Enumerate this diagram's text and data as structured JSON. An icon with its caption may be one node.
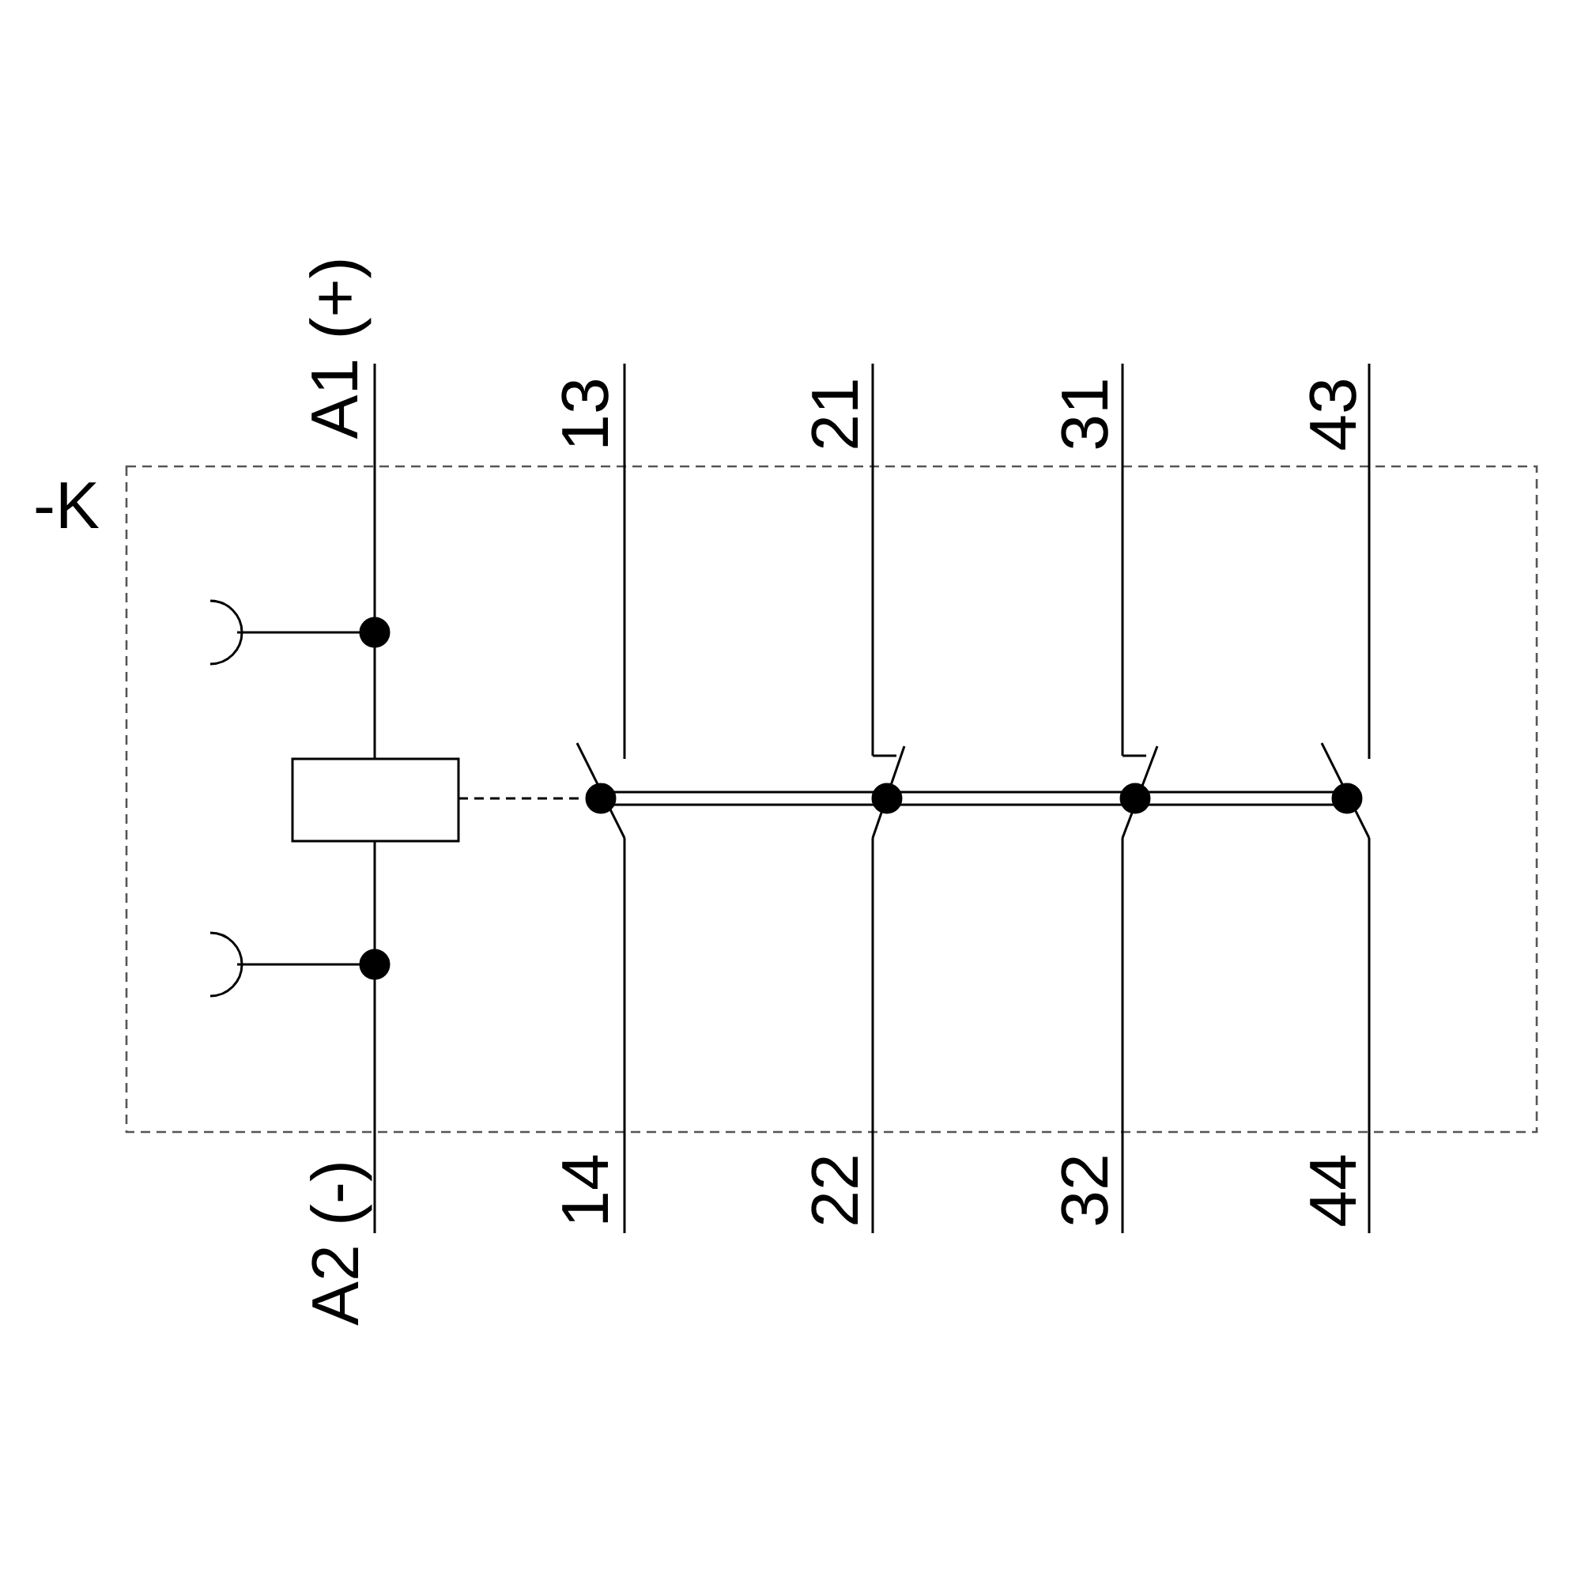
{
  "diagram": {
    "labels": [
      "-K",
      "A1 (+)",
      "13",
      "21",
      "31",
      "43",
      "A2 (-)",
      "14",
      "22",
      "32",
      "44"
    ]
  }
}
